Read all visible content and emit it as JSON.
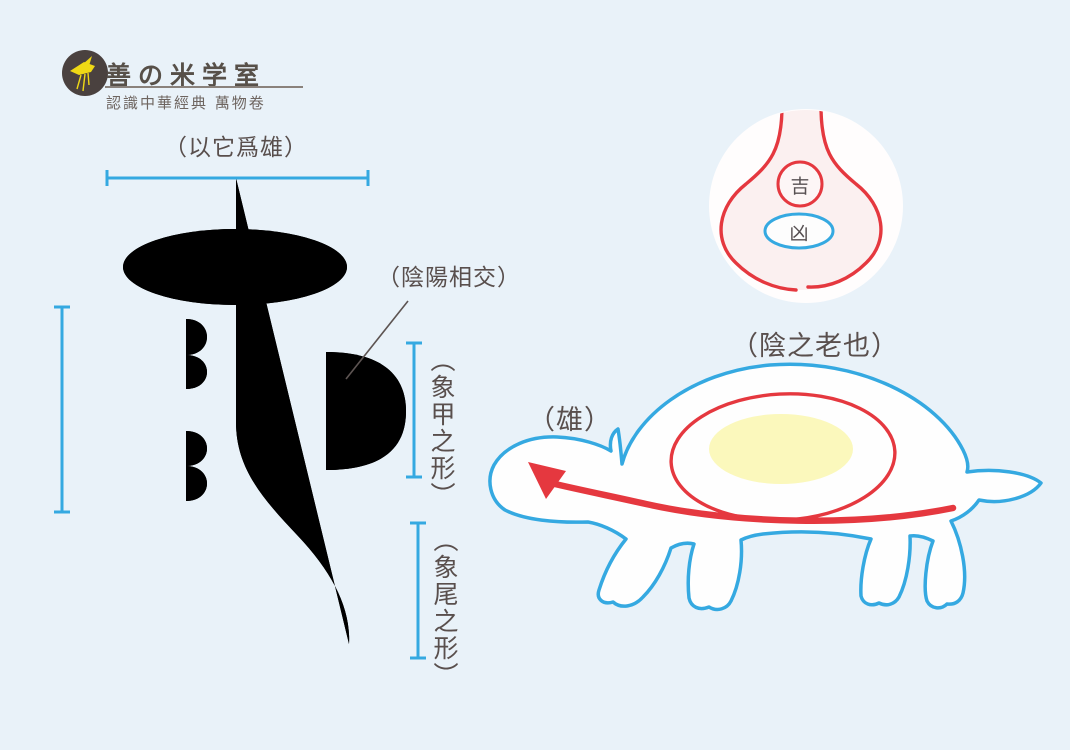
{
  "logo": {
    "title": "善の米学室",
    "subtitle": "認識中華經典 萬物卷",
    "icon": "bird-logo-icon"
  },
  "glyph_diagram": {
    "top_label": "（以它爲雄）",
    "cross_label": "（陰陽相交）",
    "shell_label": "（象甲之形）",
    "tail_label": "（象尾之形）"
  },
  "fortune_emblem": {
    "top_char": "吉",
    "bottom_char": "凶"
  },
  "turtle_diagram": {
    "shell_label": "（陰之老也）",
    "head_label": "（雄）"
  },
  "colors": {
    "background": "#E9F2F9",
    "stroke_blue": "#35A9E1",
    "accent_red": "#E4353E",
    "shell_yellow": "#FBF8BC",
    "text_gray": "#594F4D",
    "logo_circle": "#4A413F",
    "logo_bird": "#EFD915"
  }
}
